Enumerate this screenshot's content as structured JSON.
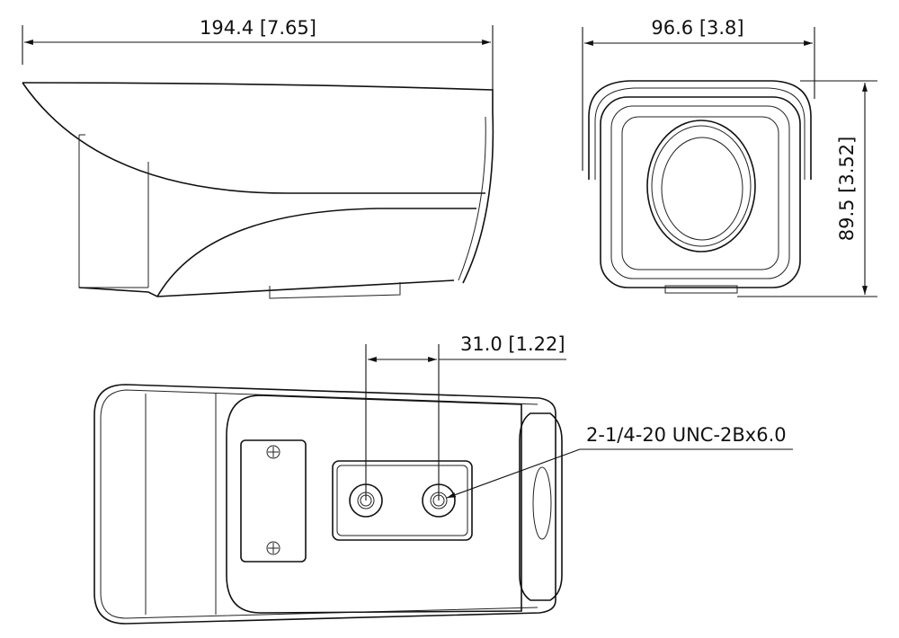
{
  "dimensions": {
    "length": "194.4 [7.65]",
    "width": "96.6 [3.8]",
    "height": "89.5 [3.52]",
    "hole_spacing": "31.0 [1.22]"
  },
  "callouts": {
    "mount_thread": "2-1/4-20 UNC-2Bx6.0"
  },
  "colors": {
    "line": "#111111",
    "background": "#ffffff"
  }
}
